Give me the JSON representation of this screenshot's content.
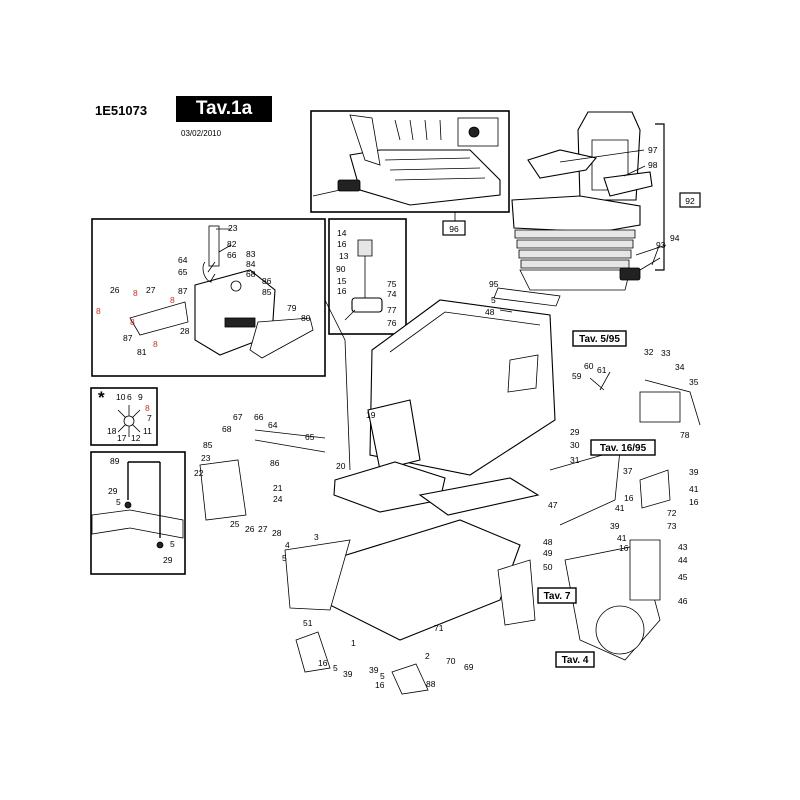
{
  "header": {
    "code": "1E51073",
    "title": "Tav.1a",
    "date": "03/02/2010"
  },
  "callouts": {
    "p1": "1",
    "p2": "2",
    "p3": "3",
    "p4": "4",
    "p5": "5",
    "p6": "6",
    "p7": "7",
    "p8": "8",
    "p9": "9",
    "p10": "10",
    "p11": "11",
    "p12": "12",
    "p13": "13",
    "p14": "14",
    "p15": "15",
    "p16": "16",
    "p17": "17",
    "p18": "18",
    "p19": "19",
    "p20": "20",
    "p21": "21",
    "p22": "22",
    "p23": "23",
    "p24": "24",
    "p25": "25",
    "p26": "26",
    "p27": "27",
    "p28": "28",
    "p29": "29",
    "p30": "30",
    "p31": "31",
    "p32": "32",
    "p33": "33",
    "p34": "34",
    "p35": "35",
    "p37": "37",
    "p39": "39",
    "p41": "41",
    "p43": "43",
    "p44": "44",
    "p45": "45",
    "p46": "46",
    "p47": "47",
    "p48": "48",
    "p49": "49",
    "p50": "50",
    "p51": "51",
    "p59": "59",
    "p60": "60",
    "p61": "61",
    "p64": "64",
    "p65": "65",
    "p66": "66",
    "p67": "67",
    "p68": "68",
    "p69": "69",
    "p70": "70",
    "p71": "71",
    "p72": "72",
    "p73": "73",
    "p74": "74",
    "p75": "75",
    "p76": "76",
    "p77": "77",
    "p78": "78",
    "p79": "79",
    "p80": "80",
    "p81": "81",
    "p82": "82",
    "p83": "83",
    "p84": "84",
    "p85": "85",
    "p86": "86",
    "p87": "87",
    "p88": "88",
    "p89": "89",
    "p90": "90",
    "p93": "93",
    "p94": "94",
    "p95": "95",
    "p96": "96",
    "p97": "97",
    "p98": "98",
    "p92": "92"
  },
  "references": {
    "tav595": "Tav. 5/95",
    "tav1695": "Tav.  16/95",
    "tav7": "Tav. 7",
    "tav4": "Tav. 4"
  },
  "asterisk": "*",
  "colors": {
    "ink": "#000000",
    "red_callout": "#c8321e",
    "title_background": "#000000",
    "title_text": "#ffffff"
  }
}
